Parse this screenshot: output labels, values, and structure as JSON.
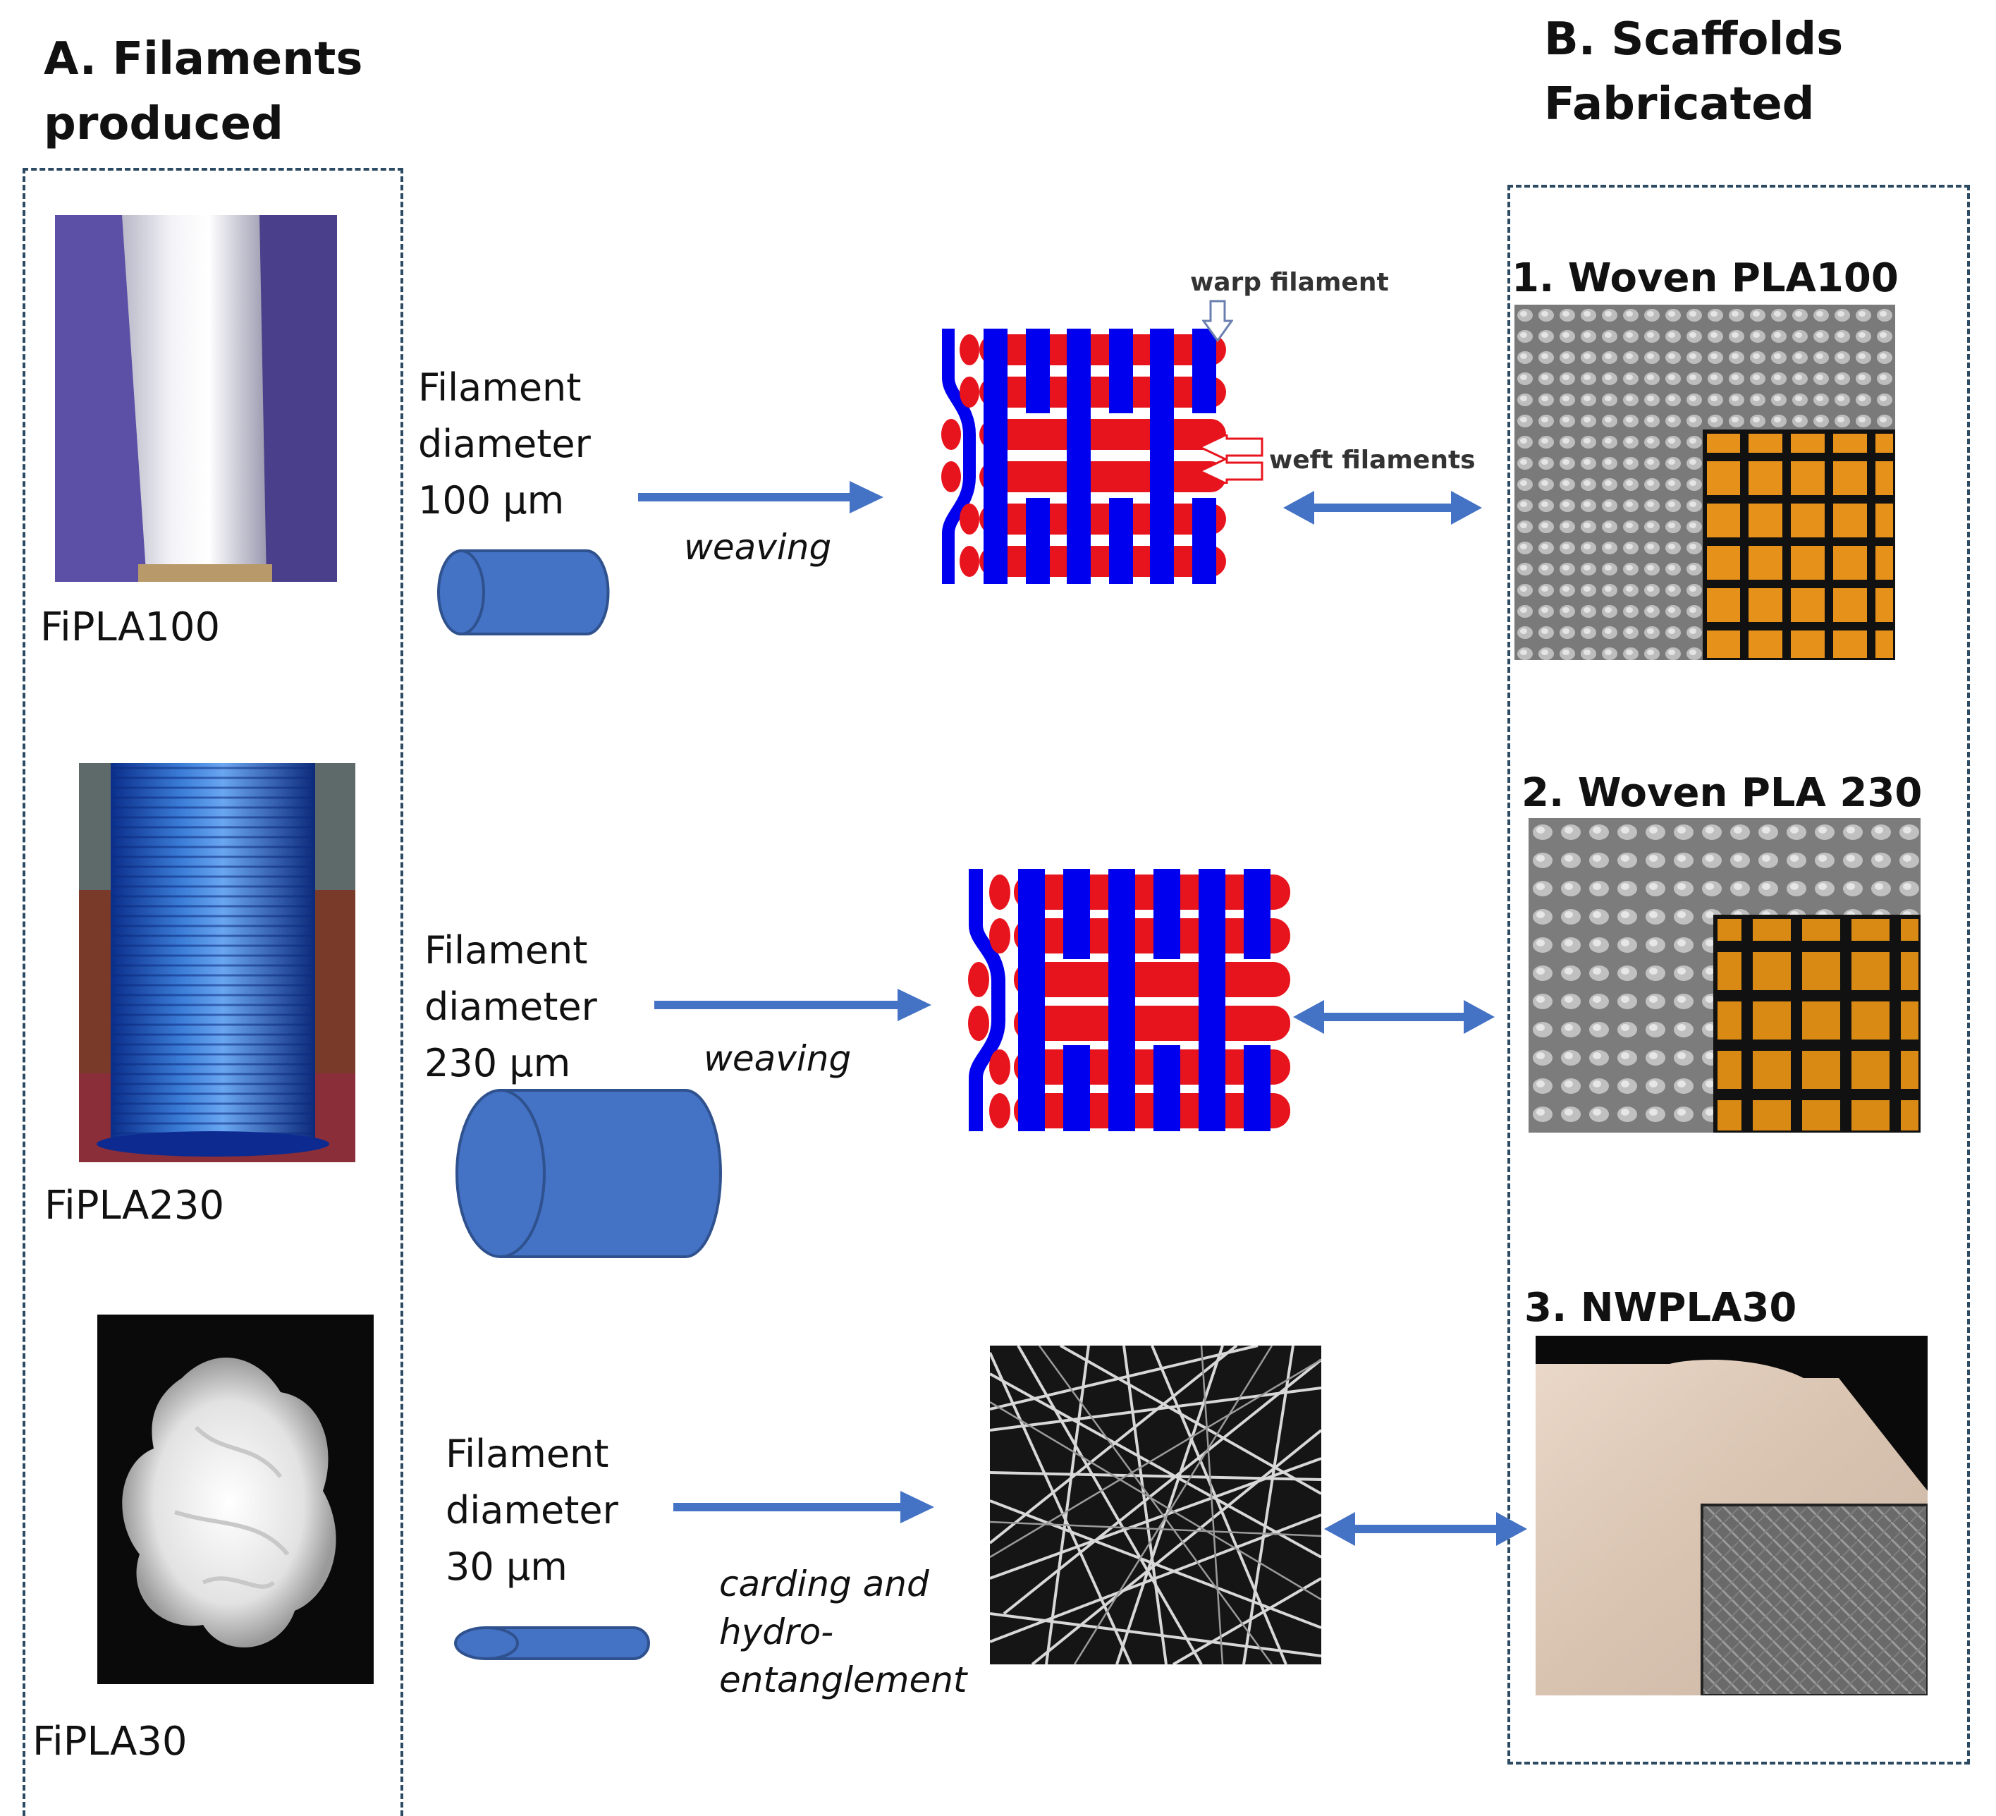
{
  "section_a": {
    "title_line1": "A. Filaments",
    "title_line2": "produced"
  },
  "section_b": {
    "title_line1": "B. Scaffolds",
    "title_line2": "Fabricated"
  },
  "filaments": [
    {
      "name": "FiPLA100",
      "diameter_line1": "Filament",
      "diameter_line2": "diameter",
      "diameter_line3": "100 µm",
      "process": "weaving"
    },
    {
      "name": "FiPLA230",
      "diameter_line1": "Filament",
      "diameter_line2": "diameter",
      "diameter_line3": "230 µm",
      "process": "weaving"
    },
    {
      "name": "FiPLA30",
      "diameter_line1": "Filament",
      "diameter_line2": "diameter",
      "diameter_line3": "30 µm",
      "process_line1": "carding and",
      "process_line2": "hydro-",
      "process_line3": "entanglement"
    }
  ],
  "weave_labels": {
    "warp": "warp filament",
    "weft": "weft filaments"
  },
  "scaffolds": [
    {
      "title": "1. Woven  PLA100"
    },
    {
      "title": "2. Woven  PLA 230"
    },
    {
      "title": "3. NWPLA30"
    }
  ],
  "colors": {
    "arrow": "#4472c4",
    "warp": "#0000ee",
    "weft": "#e8141d",
    "cylinder": "#4472c4",
    "border": "#2d4a63"
  }
}
